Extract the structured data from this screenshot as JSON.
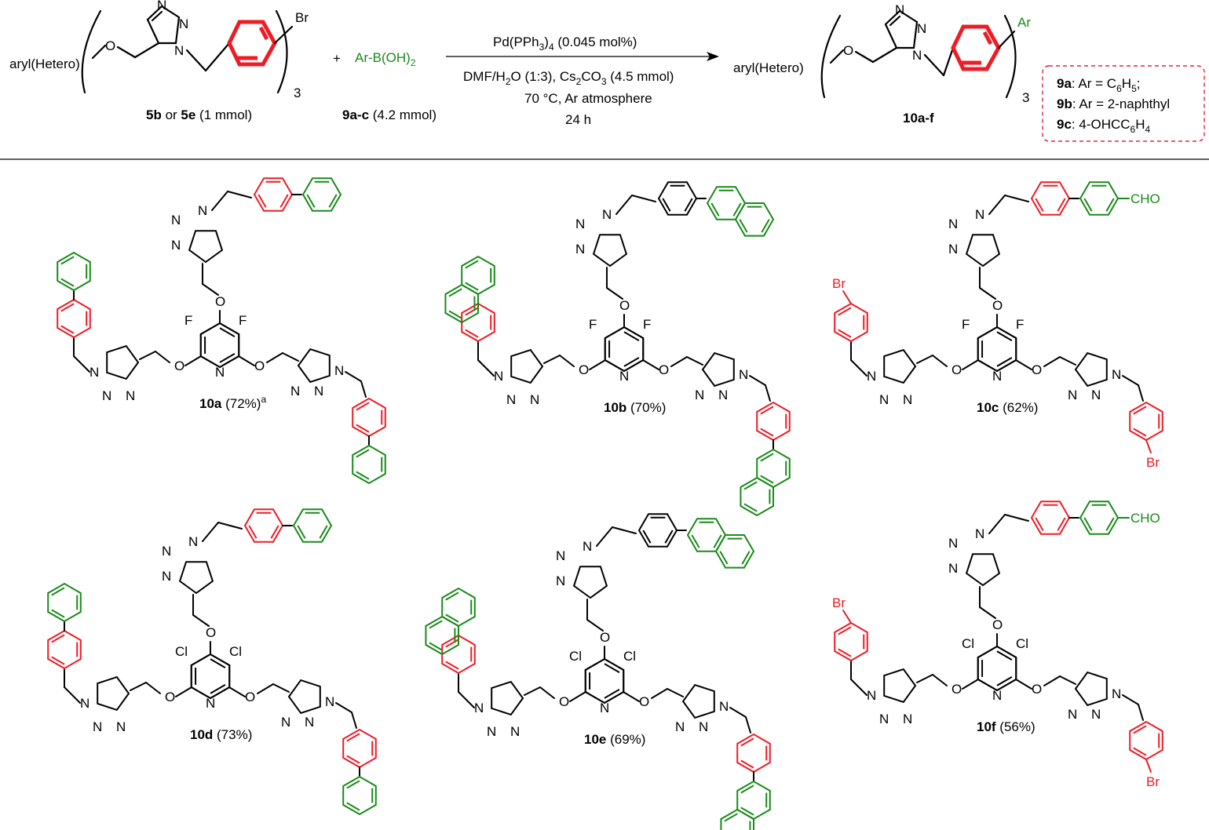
{
  "colors": {
    "red": "#ee1c25",
    "green": "#1a8a1a",
    "black": "#000000",
    "dash_box": "#e0263a"
  },
  "scheme": {
    "reactant": {
      "left_label": "aryl(Hetero)",
      "br": "Br",
      "subscript": "3",
      "name_bold_1": "5b",
      "name_mid": " or ",
      "name_bold_2": "5e",
      "name_rest": " (1 mmol)"
    },
    "plus": "+",
    "boronic": {
      "formula": "Ar-B(OH)",
      "sub": "2",
      "name_bold": "9a-c",
      "name_rest": " (4.2 mmol)"
    },
    "conditions": {
      "line1_a": "Pd(PPh",
      "line1_sub": "3",
      "line1_b": ")",
      "line1_sub2": "4",
      "line1_c": " (0.045 mol%)",
      "line2_a": "DMF/H",
      "line2_sub": "2",
      "line2_b": "O (1:3), Cs",
      "line2_sub2": "2",
      "line2_c": "CO",
      "line2_sub3": "3",
      "line2_d": " (4.5 mmol)",
      "line3": "70 °C, Ar atmosphere",
      "line4": "24 h"
    },
    "product": {
      "left_label": "aryl(Hetero)",
      "ar": "Ar",
      "subscript": "3",
      "name": "10a-f"
    },
    "legend": [
      {
        "bold": "9a",
        "text_a": ": Ar = C",
        "sub": "6",
        "text_b": "H",
        "sub2": "5",
        "text_c": ";"
      },
      {
        "bold": "9b",
        "text_a": ": Ar = 2-naphthyl"
      },
      {
        "bold": "9c",
        "text_a": ": 4-OHCC",
        "sub": "6",
        "text_b": "H",
        "sub2": "4"
      }
    ]
  },
  "atoms": {
    "N": "N",
    "O": "O",
    "F": "F",
    "Cl": "Cl",
    "Br": "Br",
    "CHO": "CHO"
  },
  "compounds": [
    {
      "id": "10a",
      "yield": " (72%)",
      "sup": "a",
      "halogen": "F",
      "aryl": "phenyl"
    },
    {
      "id": "10b",
      "yield": " (70%)",
      "sup": "",
      "halogen": "F",
      "aryl": "naphthyl"
    },
    {
      "id": "10c",
      "yield": " (62%)",
      "sup": "",
      "halogen": "F",
      "aryl": "formylphenyl"
    },
    {
      "id": "10d",
      "yield": " (73%)",
      "sup": "",
      "halogen": "Cl",
      "aryl": "phenyl"
    },
    {
      "id": "10e",
      "yield": " (69%)",
      "sup": "",
      "halogen": "Cl",
      "aryl": "naphthyl"
    },
    {
      "id": "10f",
      "yield": " (56%)",
      "sup": "",
      "halogen": "Cl",
      "aryl": "formylphenyl"
    }
  ]
}
